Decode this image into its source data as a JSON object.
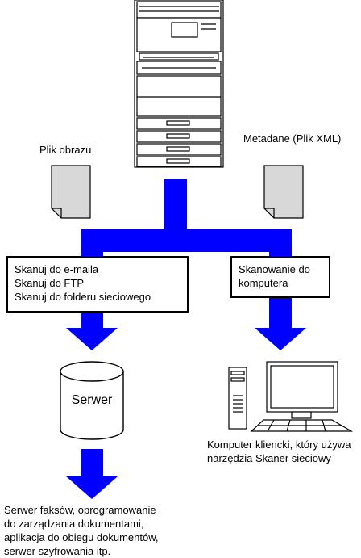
{
  "labels": {
    "image_file": "Plik obrazu",
    "metadata": "Metadane (Plik XML)"
  },
  "left_box": {
    "lines": [
      "Skanuj do e-maila",
      "Skanuj do FTP",
      "Skanuj do folderu sieciowego"
    ]
  },
  "right_box": {
    "lines": [
      "Skanowanie do",
      "komputera"
    ]
  },
  "server": {
    "label": "Serwer"
  },
  "client_caption": {
    "lines": [
      "Komputer kliencki, który używa",
      "narzędzia Skaner sieciowy"
    ]
  },
  "destinations": {
    "lines": [
      "Serwer faksów, oprogramowanie",
      "do zarządzania dokumentami,",
      "aplikacja do obiegu dokumentów,",
      "serwer szyfrowania itp."
    ]
  },
  "colors": {
    "arrow": "#0000ff",
    "document_fill": "#d8d8d8",
    "outline": "#000000"
  }
}
